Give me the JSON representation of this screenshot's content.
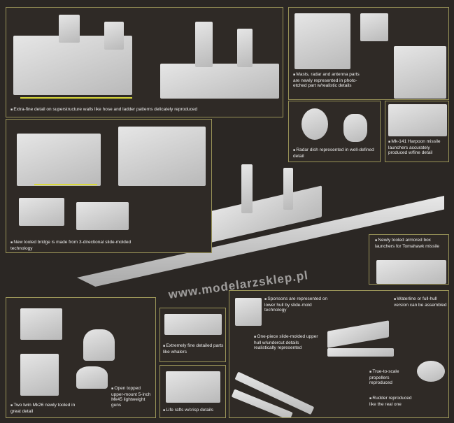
{
  "captions": {
    "superstructure": "Extra-fine detail on superstructure walls like hose and ladder patterns delicately reproduced",
    "masts": "Masts, radar and antenna parts are newly represented in photo-etched part w/realistic details",
    "radar_dish": "Radar dish represented in well-defined detail",
    "harpoon": "Mk-141 Harpoon missile launchers accurately produced w/fine detail",
    "bridge": "New tooled bridge is made from 3-directional slide-molded technology",
    "tomahawk": "Newly tooled armored box launchers for Tomahawk missile",
    "mk26": "Two twin Mk26 newly tooled in great detail",
    "mk45": "Open topped upper-mount 5-inch Mk45 lightweight guns",
    "whalers": "Extremely fine detailed parts like whalers",
    "life_rafts": "Life rafts w/crisp details",
    "sponsons": "Sponsons are represented on lower hull by slide-mold technology",
    "upper_hull": "One-piece slide-molded upper hull w/undercut details realistically represented",
    "waterline": "Waterline or full-hull version can be assembled",
    "propellers": "True-to-scale propellers reproduced",
    "rudder": "Rudder reproduced like the real one"
  },
  "watermark": "www.modelarzsklep.pl",
  "colors": {
    "background": "#2b2724",
    "border": "#9a9458",
    "highlight": "#d8d83a"
  }
}
